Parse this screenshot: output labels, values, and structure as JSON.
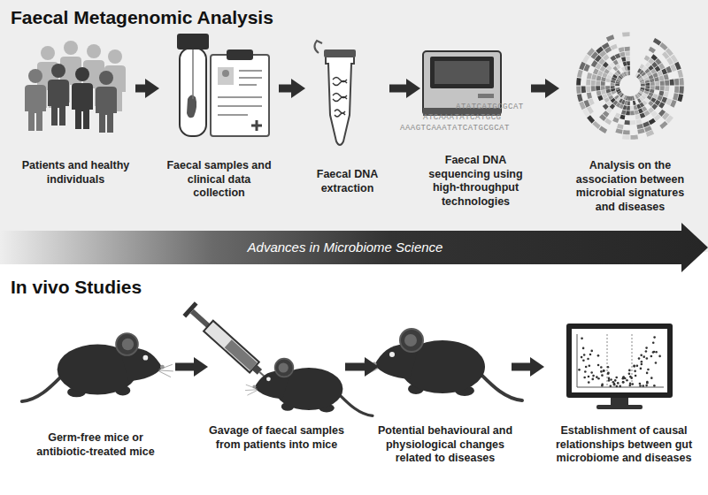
{
  "diagram": {
    "nodes": [
      {
        "text": [
          "Faecal Metagenomic Analysis"
        ]
      },
      {
        "text": [
          "Patients and healthy individuals"
        ],
        "in": 0
      },
      {
        "text": [
          "Faecal samples and clinical data collection"
        ],
        "in": 0
      },
      {
        "text": [
          "Faecal DNA extraction"
        ],
        "in": 0
      },
      {
        "text": [
          "Faecal DNA sequencing using high-throughput technologies"
        ],
        "in": 0
      },
      {
        "text": [
          "Analysis on the association between microbial signatures and diseases"
        ],
        "in": 0
      },
      {
        "text": [
          "Advances in Microbiome Science"
        ]
      },
      {
        "text": [
          "In vivo Studies"
        ]
      },
      {
        "text": [
          "Germ-free mice or antibiotic-treated mice"
        ],
        "in": 7
      },
      {
        "text": [
          "Gavage of faecal samples from patients into mice"
        ],
        "in": 7
      },
      {
        "text": [
          "Potential behavioural and physiological changes related to diseases"
        ],
        "in": 7
      },
      {
        "text": [
          "Establishment of causal relationships between gut microbiome and diseases"
        ],
        "in": 7
      }
    ],
    "edges": [
      {
        "from": 1,
        "to": 2,
        "arrow": "to"
      },
      {
        "from": 2,
        "to": 3,
        "arrow": "to"
      },
      {
        "from": 3,
        "to": 4,
        "arrow": "to"
      },
      {
        "from": 4,
        "to": 5,
        "arrow": "to"
      },
      {
        "from": 8,
        "to": 9,
        "arrow": "to"
      },
      {
        "from": 9,
        "to": 10,
        "arrow": "to"
      },
      {
        "from": 10,
        "to": 11,
        "arrow": "to"
      }
    ],
    "labels": [
      "ATATCATGCGCAT",
      "ATCAAATATCATGCG",
      "AAAGTCAAATATCATGCGCAT"
    ]
  }
}
